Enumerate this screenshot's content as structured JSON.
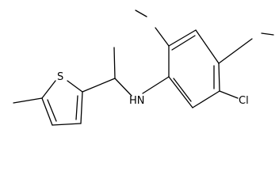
{
  "atoms": [
    {
      "id": "S1",
      "text": "S",
      "kind": "sulfur"
    },
    {
      "id": "N1",
      "text": "HN",
      "kind": "amine"
    },
    {
      "id": "Cl1",
      "text": "Cl",
      "kind": "chlorine"
    }
  ],
  "colors": {
    "line": "#000000",
    "background": "#ffffff"
  }
}
